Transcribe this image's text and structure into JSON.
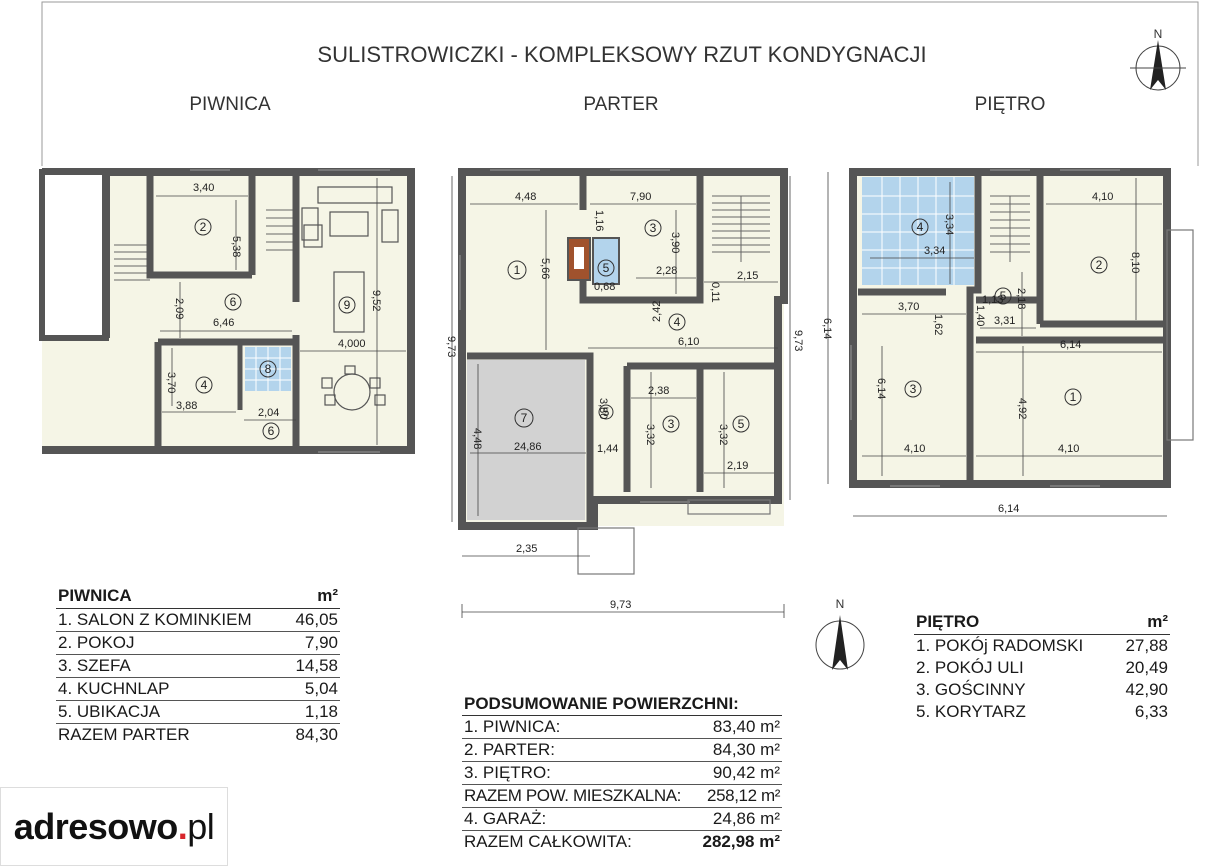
{
  "title": "SULISTROWICZKI - KOMPLEKSOWY RZUT KONDYGNACJI",
  "compass": {
    "north": "N"
  },
  "floors": {
    "basement": {
      "label": "PIWNICA",
      "rooms": [
        "2",
        "6",
        "9",
        "4",
        "8",
        "6"
      ],
      "dims": [
        "3,40",
        "5,38",
        "2,09",
        "6,46",
        "9,52",
        "4,000",
        "3,70",
        "3,88",
        "2,04"
      ]
    },
    "ground": {
      "label": "PARTER",
      "rooms": [
        "1",
        "3",
        "5",
        "4",
        "7",
        "5",
        "3",
        "5"
      ],
      "dims": [
        "4,48",
        "7,90",
        "1,16",
        "3,90",
        "5,66",
        "2,28",
        "0,68",
        "0,11",
        "2,15",
        "2,42",
        "6,10",
        "9,73",
        "9,73",
        "2,38",
        "3,32",
        "3,32",
        "4,48",
        "24,86",
        "1,44",
        "2,19",
        "2,35",
        "9,73",
        "3,80"
      ]
    },
    "upper": {
      "label": "PIĘTRO",
      "rooms": [
        "4",
        "2",
        "5",
        "3",
        "1"
      ],
      "dims": [
        "4,10",
        "3,34",
        "3,34",
        "8,10",
        "3,70",
        "1,13",
        "2,18",
        "1,62",
        "1,40",
        "3,31",
        "6,14",
        "6,14",
        "6,14",
        "4,92",
        "4,10",
        "4,10",
        "6,14"
      ]
    }
  },
  "table_basement": {
    "header": "PIWNICA",
    "unit": "m²",
    "rows": [
      {
        "name": "1. SALON Z KOMINKIEM",
        "value": "46,05"
      },
      {
        "name": "2. POKOJ",
        "value": "7,90"
      },
      {
        "name": "3. SZEFA",
        "value": "14,58"
      },
      {
        "name": "4. KUCHNLAP",
        "value": "5,04"
      },
      {
        "name": "5. UBIKACJA",
        "value": "1,18"
      },
      {
        "name": "RAZEM PARTER",
        "value": "84,30"
      }
    ]
  },
  "table_upper": {
    "header": "PIĘTRO",
    "unit": "m²",
    "rows": [
      {
        "name": "1. POKÓj RADOMSKI",
        "value": "27,88"
      },
      {
        "name": "2. POKÓJ ULI",
        "value": "20,49"
      },
      {
        "name": "3. GOŚCINNY",
        "value": "42,90"
      },
      {
        "name": "5. KORYTARZ",
        "value": "6,33"
      }
    ]
  },
  "summary": {
    "title": "PODSUMOWANIE POWIERZCHNI:",
    "rows": [
      {
        "name": "1. PIWNICA:",
        "value": "83,40 m²"
      },
      {
        "name": "2. PARTER:",
        "value": "84,30 m²"
      },
      {
        "name": "3. PIĘTRO:",
        "value": "90,42 m²"
      },
      {
        "name": "RAZEM POW. MIESZKALNA:",
        "value": "258,12 m²"
      },
      {
        "name": "4. GARAŻ:",
        "value": "24,86 m²"
      },
      {
        "name": "RAZEM CAŁKOWITA:",
        "value": "282,98 m²"
      }
    ]
  },
  "logo": {
    "brand": "adresowo",
    "dot": ".",
    "tld": "pl"
  },
  "colors": {
    "wall": "#555555",
    "floor": "#f5f5e6",
    "garage": "#d2d2d2",
    "bathroom_tile": "#b3d4ec",
    "accent": "#d8262c"
  }
}
